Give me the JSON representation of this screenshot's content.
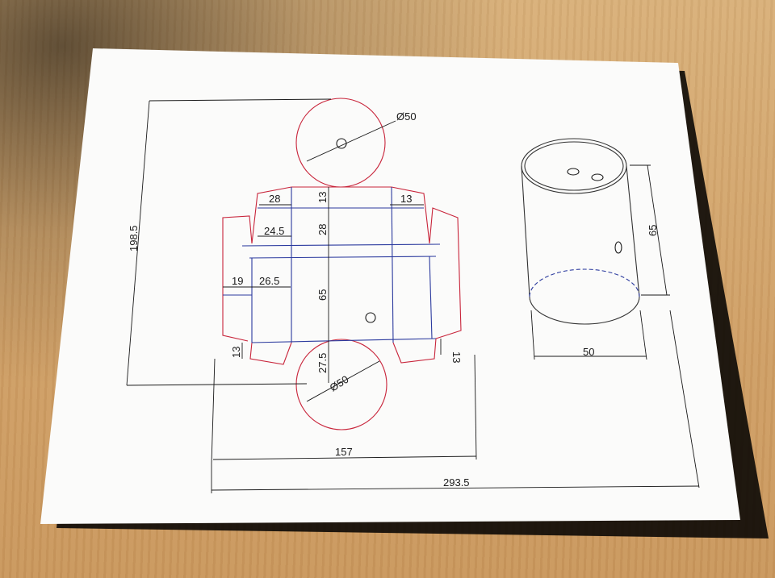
{
  "colors": {
    "outline": "#c8243a",
    "fold": "#2b3a9e",
    "dimension": "#1a1a1a",
    "paper": "#fbfbfa"
  },
  "dimensions": {
    "circle_top_dia": "Ø50",
    "circle_bottom_dia": "Ø50",
    "total_height": "198.5",
    "tab_top_left_w": "28",
    "tab_top_mid_h": "13",
    "tab_top_right_w": "13",
    "flap_left_w": "24.5",
    "flap_mid_h": "28",
    "side_w": "19",
    "side_inner_w": "26.5",
    "body_h": "65",
    "tab_left_h": "13",
    "tab_right_h": "13",
    "lower_h": "27.5",
    "net_width": "157",
    "total_width": "293.5",
    "cyl_height": "65",
    "cyl_width": "50"
  }
}
